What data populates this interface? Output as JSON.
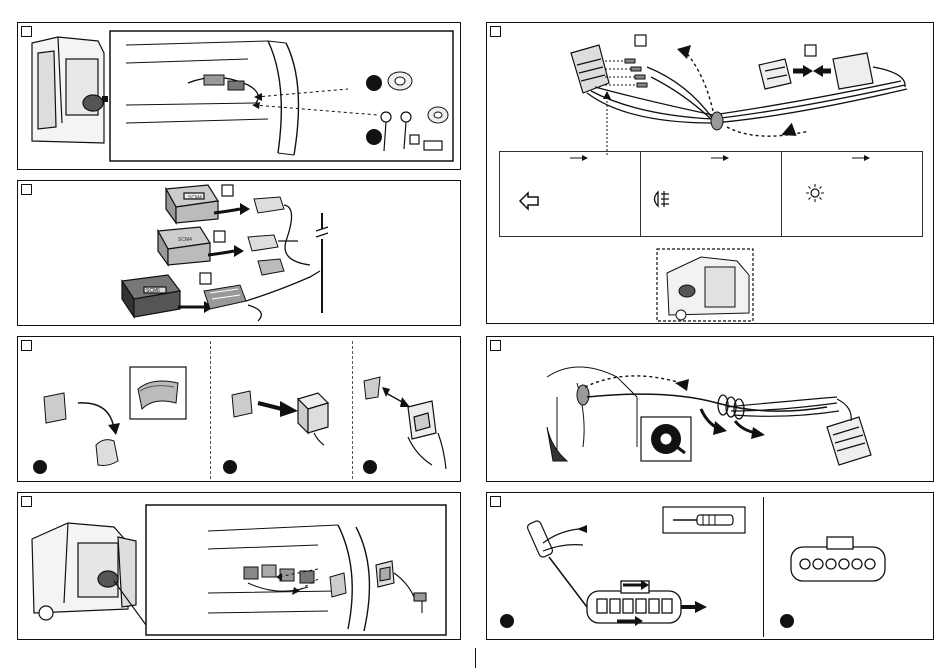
{
  "steps": [
    {
      "id": "step-1",
      "ref_boxes": []
    },
    {
      "id": "step-2",
      "ref_boxes": []
    },
    {
      "id": "step-3",
      "ref_boxes": []
    },
    {
      "id": "step-4",
      "ref_boxes": []
    },
    {
      "id": "step-5",
      "ref_boxes": []
    },
    {
      "id": "step-6",
      "ref_boxes": []
    },
    {
      "id": "step-7",
      "ref_boxes": []
    }
  ],
  "step2_modules": [
    "SCM4",
    "SCM4",
    "SCM6"
  ],
  "step6_legend": {
    "cells": [
      {
        "icon": "turn-signal-arrow-icon"
      },
      {
        "icon": "rear-fog-light-icon"
      },
      {
        "icon": "reverse-light-icon"
      }
    ]
  },
  "colors": {
    "line": "#111111",
    "panel_border": "#111111",
    "marker": "#111111",
    "arrow": "#111111"
  }
}
